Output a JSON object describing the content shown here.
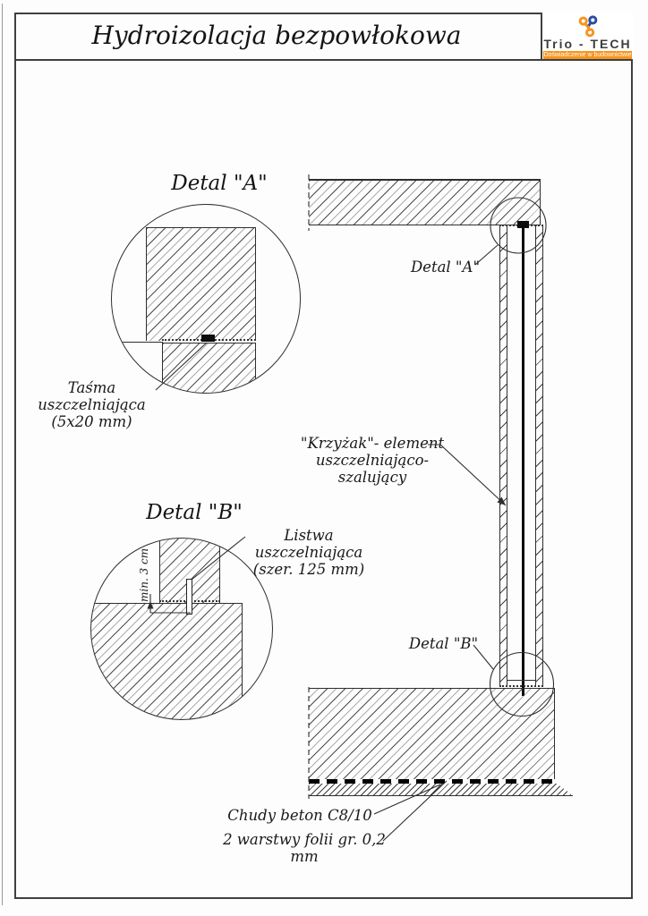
{
  "header": {
    "title": "Hydroizolacja bezpowłokowa",
    "logo": {
      "name": "Trio - TECH",
      "tagline": "Doświadczenie w budownictwie",
      "orange": "#f7941d",
      "blue": "#2b4ea0"
    }
  },
  "detail_a": {
    "heading": "Detal \"A\"",
    "label1": "Taśma uszczelniająca",
    "label2": "(5x20 mm)"
  },
  "detail_b": {
    "heading": "Detal \"B\"",
    "label1": "Listwa uszczelniająca",
    "label2": "(szer.  125 mm)",
    "dimension": "min. 3 cm"
  },
  "main": {
    "ref_a": "Detal \"A\"",
    "ref_b": "Detal \"B\"",
    "krzyzak1": "\"Krzyżak\"- element",
    "krzyzak2": "uszczelniająco-szalujący",
    "lean_concrete": "Chudy beton C8/10",
    "foil": "2 warstwy folii gr. 0,2 mm"
  },
  "colors": {
    "line": "#2e2e2e",
    "hatch": "#555555",
    "tape": "#0d0d0d"
  }
}
